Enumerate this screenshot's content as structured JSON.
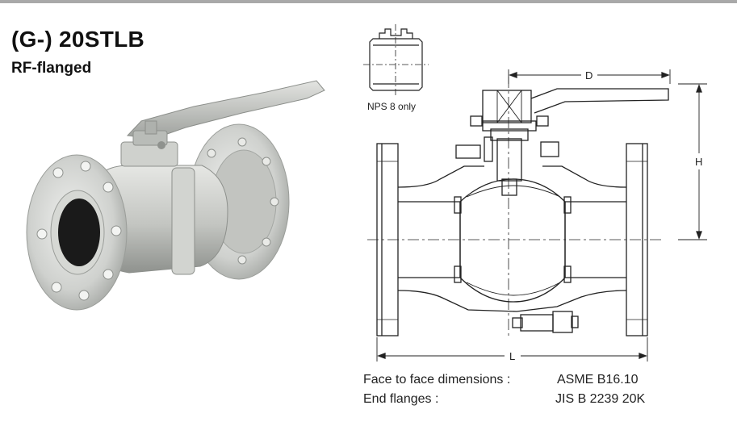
{
  "title": "(G-) 20STLB",
  "subtitle": "RF-flanged",
  "inset_note": "NPS 8 only",
  "dimensions": {
    "d": "D",
    "h": "H",
    "l": "L"
  },
  "specs": [
    {
      "label": "Face to face dimensions :",
      "value": "ASME B16.10"
    },
    {
      "label": "End flanges :",
      "value": "JIS B 2239 20K"
    }
  ],
  "colors": {
    "rule": "#a9a9a9",
    "line": "#222222",
    "metal": "#c9cbc9",
    "bore": "#1a1a1a"
  },
  "icons": [
    "ball-valve-photo",
    "valve-cross-section-drawing",
    "nps8-body-inset"
  ]
}
